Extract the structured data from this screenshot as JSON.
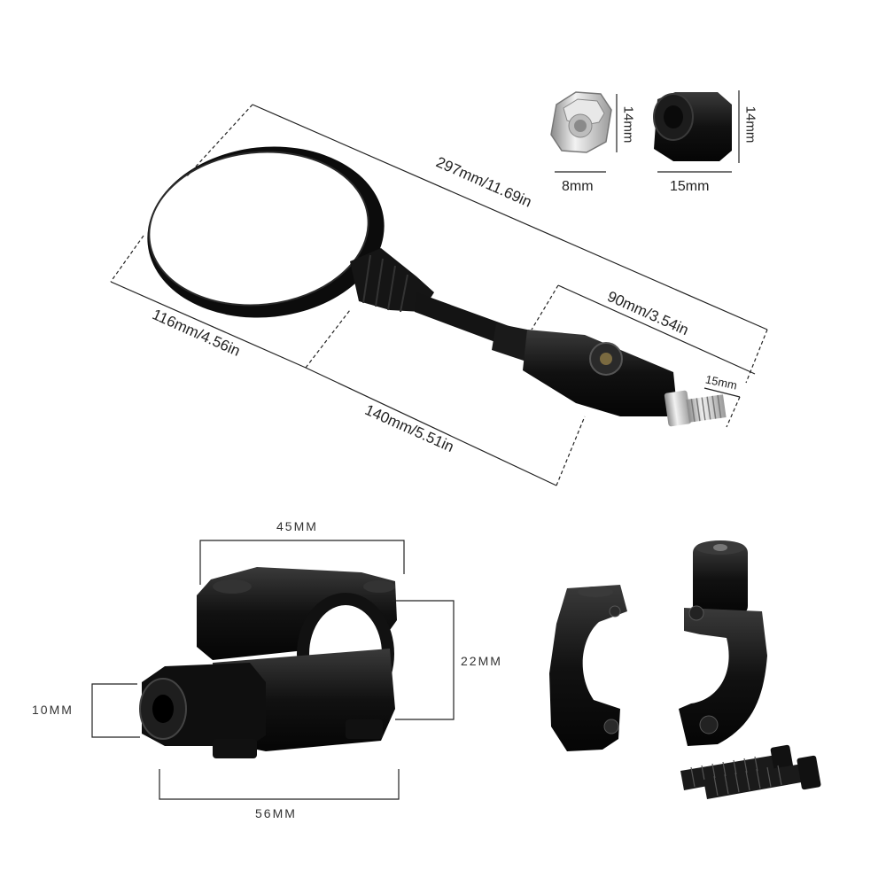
{
  "mirror_dimensions": {
    "overall_length": "297mm/11.69in",
    "mirror_head_width": "116mm/4.56in",
    "stem_length": "140mm/5.51in",
    "arm_length": "90mm/3.54in",
    "thread_length": "15mm"
  },
  "nuts": {
    "silver_nut_height": "14mm",
    "silver_nut_width": "8mm",
    "black_nut_height": "14mm",
    "black_nut_width": "15mm"
  },
  "clamp_dimensions": {
    "top_width": "45MM",
    "bore_diameter": "22MM",
    "thread_diameter": "10MM",
    "bottom_width": "56MM"
  },
  "colors": {
    "product": "#111111",
    "dimension_lines": "#222222",
    "metal": "#c8c8c8",
    "background": "#ffffff"
  }
}
